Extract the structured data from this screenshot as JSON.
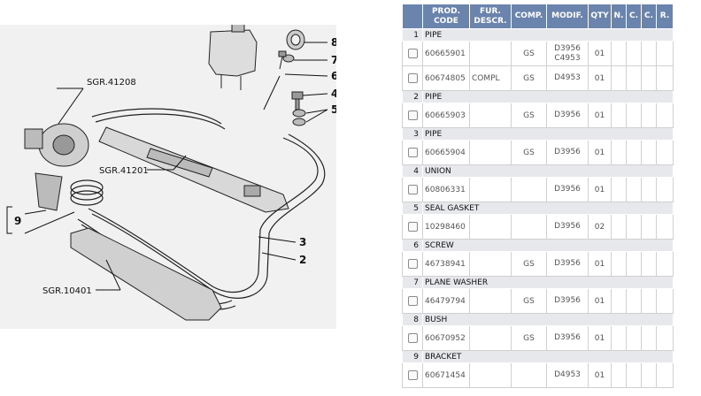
{
  "diagram": {
    "callouts": [
      "8",
      "7",
      "6",
      "4",
      "5",
      "3",
      "2",
      "9"
    ],
    "group_refs": [
      "SGR.41208",
      "SGR.41201",
      "SGR.10401"
    ]
  },
  "table": {
    "headers": {
      "prod_code": "PROD. CODE",
      "fur_descr": "FUR. DESCR.",
      "comp": "COMP.",
      "modif": "MODIF.",
      "qty": "QTY",
      "n": "N.",
      "c1": "C.",
      "c2": "C.",
      "r": "R."
    },
    "groups": [
      {
        "num": "1",
        "name": "PIPE",
        "rows": [
          {
            "code": "60665901",
            "descr": "",
            "comp": "GS",
            "modif": "D3956 C4953",
            "qty": "01",
            "bold": false
          },
          {
            "code": "60674805",
            "descr": "COMPL",
            "comp": "GS",
            "modif": "D4953",
            "qty": "01",
            "bold": false
          }
        ]
      },
      {
        "num": "2",
        "name": "PIPE",
        "rows": [
          {
            "code": "60665903",
            "descr": "",
            "comp": "GS",
            "modif": "D3956",
            "qty": "01",
            "bold": false
          }
        ]
      },
      {
        "num": "3",
        "name": "PIPE",
        "rows": [
          {
            "code": "60665904",
            "descr": "",
            "comp": "GS",
            "modif": "D3956",
            "qty": "01",
            "bold": false
          }
        ]
      },
      {
        "num": "4",
        "name": "UNION",
        "rows": [
          {
            "code": "60806331",
            "descr": "",
            "comp": "",
            "modif": "D3956",
            "qty": "01",
            "bold": true
          }
        ]
      },
      {
        "num": "5",
        "name": "SEAL GASKET",
        "rows": [
          {
            "code": "10298460",
            "descr": "",
            "comp": "",
            "modif": "D3956",
            "qty": "02",
            "bold": true
          }
        ]
      },
      {
        "num": "6",
        "name": "SCREW",
        "rows": [
          {
            "code": "46738941",
            "descr": "",
            "comp": "GS",
            "modif": "D3956",
            "qty": "01",
            "bold": false
          }
        ]
      },
      {
        "num": "7",
        "name": "PLANE WASHER",
        "rows": [
          {
            "code": "46479794",
            "descr": "",
            "comp": "GS",
            "modif": "D3956",
            "qty": "01",
            "bold": false
          }
        ]
      },
      {
        "num": "8",
        "name": "BUSH",
        "rows": [
          {
            "code": "60670952",
            "descr": "",
            "comp": "GS",
            "modif": "D3956",
            "qty": "01",
            "bold": false
          }
        ]
      },
      {
        "num": "9",
        "name": "BRACKET",
        "rows": [
          {
            "code": "60671454",
            "descr": "",
            "comp": "",
            "modif": "D4953",
            "qty": "01",
            "bold": true
          }
        ]
      }
    ]
  }
}
